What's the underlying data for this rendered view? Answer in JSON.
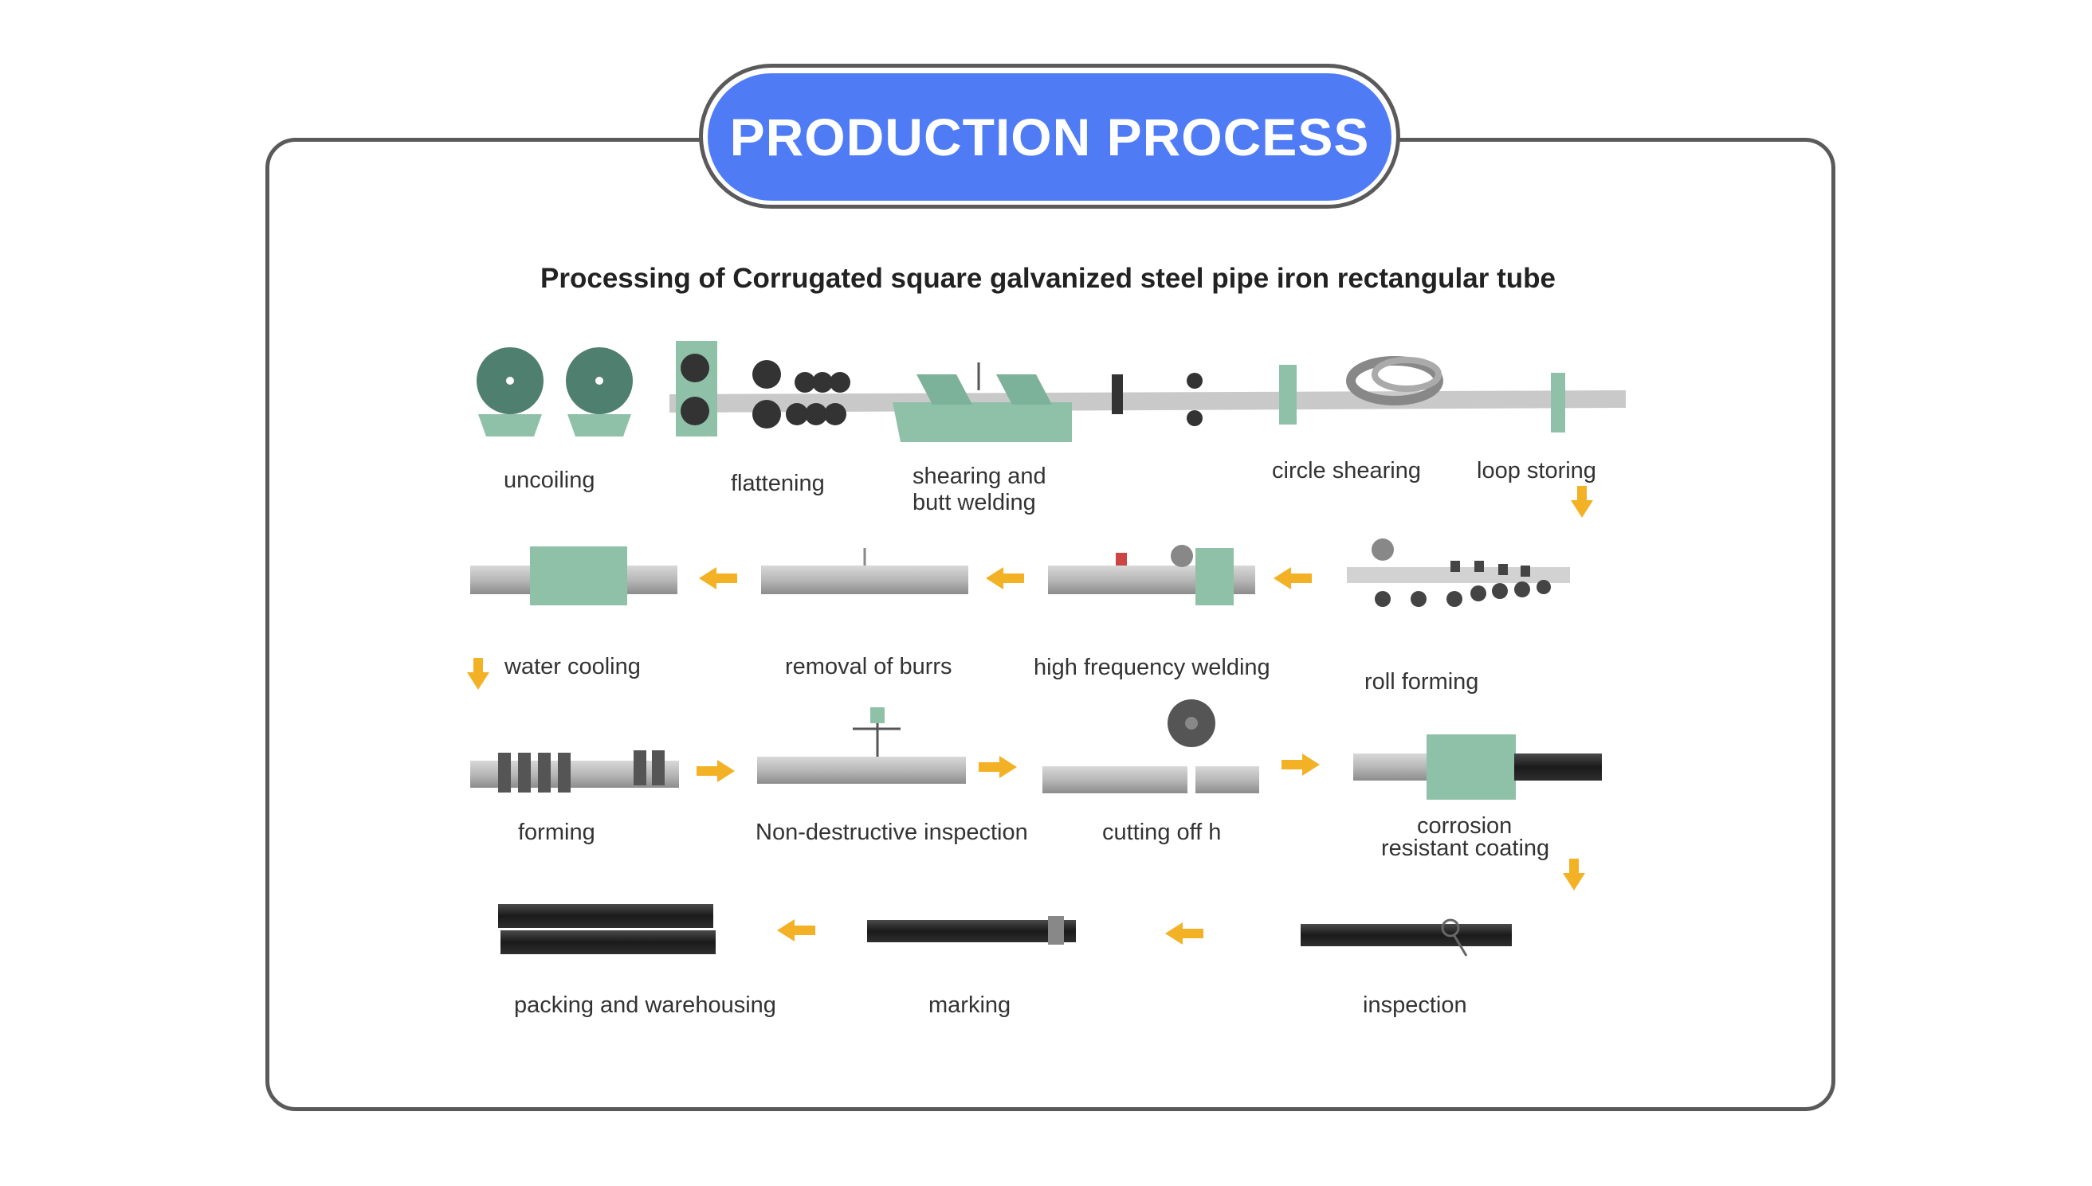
{
  "header": {
    "title": "PRODUCTION PROCESS"
  },
  "diagram": {
    "title": "Processing of Corrugated square galvanized steel pipe iron rectangular tube",
    "steps": {
      "uncoiling": "uncoiling",
      "flattening": "flattening",
      "shearing_butt_welding_1": "shearing and",
      "shearing_butt_welding_2": "butt welding",
      "circle_shearing": "circle shearing",
      "loop_storing": "loop storing",
      "water_cooling": "water cooling",
      "removal_of_burrs": "removal of burrs",
      "high_frequency_welding": "high frequency welding",
      "roll_forming": "roll forming",
      "forming": "forming",
      "non_destructive_inspection": "Non-destructive inspection",
      "cutting_off": "cutting off h",
      "corrosion_coating_1": "corrosion",
      "corrosion_coating_2": "resistant coating",
      "packing_warehousing": "packing and warehousing",
      "marking": "marking",
      "inspection": "inspection"
    },
    "colors": {
      "accent": "#4f7cf5",
      "arrow": "#f3b125",
      "machine": "#8fc1a9",
      "machine_dark": "#4f7f6e",
      "steel": "#a9a9a9",
      "pipe_black": "#1f1f1f"
    }
  }
}
